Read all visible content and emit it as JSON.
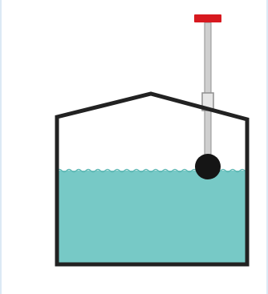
{
  "diagram": {
    "subject": "float-level-gauge-in-tank",
    "components": [
      {
        "name": "tank-vessel",
        "shape": "peaked-roof-tank"
      },
      {
        "name": "liquid",
        "shape": "rectangle",
        "fill": "liquid"
      },
      {
        "name": "float-ball",
        "shape": "circle"
      },
      {
        "name": "guide-rod",
        "shape": "vertical-rod"
      },
      {
        "name": "indicator-cap",
        "shape": "bar",
        "fill": "indicator"
      }
    ],
    "colors": {
      "liquid": "#77c9c6",
      "liquid_surface": "#5db8b4",
      "outline": "#222222",
      "float": "#151515",
      "rod": "#cfcfcf",
      "rod_outline": "#8f8f8f",
      "indicator": "#d7191f",
      "frame_border": "#dce9f5",
      "background": "#ffffff"
    },
    "liquid_level_fraction": 0.65
  }
}
